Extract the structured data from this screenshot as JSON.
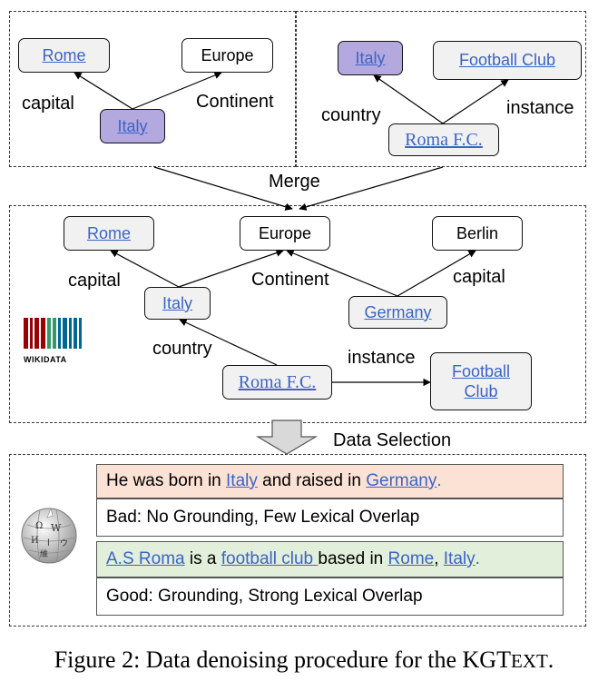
{
  "top_left": {
    "nodes": {
      "rome": "Rome",
      "europe": "Europe",
      "italy": "Italy"
    },
    "labels": {
      "capital": "capital",
      "continent": "Continent"
    }
  },
  "top_right": {
    "nodes": {
      "italy": "Italy",
      "football_club": "Football Club",
      "roma": "Roma F.C."
    },
    "labels": {
      "country": "country",
      "instance": "instance"
    }
  },
  "merge_label": "Merge",
  "merged": {
    "nodes": {
      "rome": "Rome",
      "europe": "Europe",
      "berlin": "Berlin",
      "italy": "Italy",
      "germany": "Germany",
      "roma": "Roma F.C.",
      "football_line1": "Football",
      "football_line2": "Club"
    },
    "labels": {
      "capital_left": "capital",
      "continent": "Continent",
      "capital_right": "capital",
      "country": "country",
      "instance": "instance"
    },
    "logo_text": "WIKIDATA"
  },
  "data_selection_label": "Data Selection",
  "examples": {
    "bad_sentence": {
      "t1": "He was born in ",
      "l1": "Italy",
      "t2": " and raised in ",
      "l2": "Germany",
      "t3": "."
    },
    "bad_verdict": "Bad: No Grounding, Few Lexical Overlap",
    "good_sentence": {
      "l1": "A.S Roma",
      "t1": " is a ",
      "l2": "football club ",
      "t2": "based in ",
      "l3": "Rome",
      "t3": ", ",
      "l4": "Italy",
      "t4": "."
    },
    "good_verdict": "Good: Grounding, Strong Lexical Overlap",
    "logo_letters": [
      "Ω",
      "W",
      "И",
      "ا",
      "ウ",
      "維"
    ]
  },
  "caption": {
    "main": "Figure 2: Data denoising procedure for the KGT",
    "small": "EXT",
    "end": "."
  },
  "colors": {
    "link": "#3b64c7",
    "node_purple": "#b3a9df",
    "node_gray": "#f1f1f1",
    "bad_bg": "#fbe2d4",
    "good_bg": "#e2efda",
    "wikidata_red": "#990000",
    "wikidata_green": "#339966",
    "wikidata_blue": "#006699"
  }
}
